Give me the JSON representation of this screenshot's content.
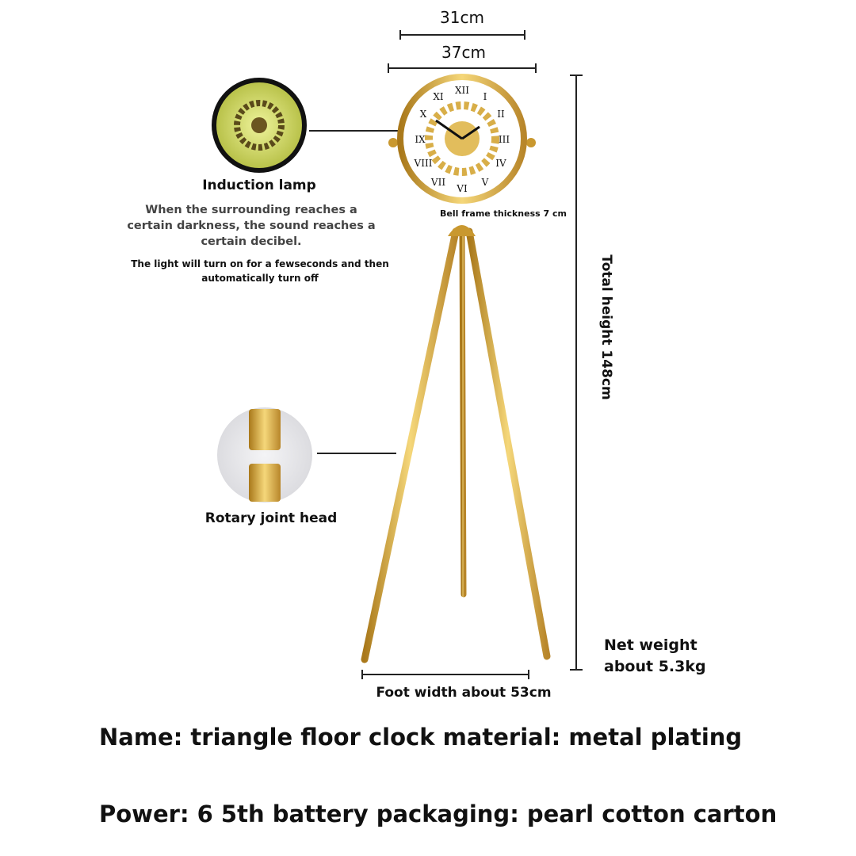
{
  "dimensions": {
    "width_top": "31cm",
    "width_outer": "37cm",
    "bell_frame": "Bell frame thickness 7 cm",
    "total_height": "Total height 148cm",
    "foot_width": "Foot width about 53cm",
    "net_weight_line1": "Net weight",
    "net_weight_line2": "about 5.3kg"
  },
  "induction_lamp": {
    "title": "Induction lamp",
    "desc_line1": "When the surrounding reaches a",
    "desc_line2": "certain darkness, the sound reaches a",
    "desc_line3": "certain decibel.",
    "note_line1": "The light will turn on for a fewseconds and then",
    "note_line2": "automatically turn off"
  },
  "rotary_joint": {
    "title": "Rotary joint head"
  },
  "specs": {
    "line1": "Name: triangle floor clock material: metal plating",
    "line2": "Power: 6 5th battery packaging: pearl cotton carton"
  },
  "colors": {
    "gold": "#d4a73a",
    "gold_dark": "#a9781a",
    "lamp_face": "#d6df6a"
  }
}
